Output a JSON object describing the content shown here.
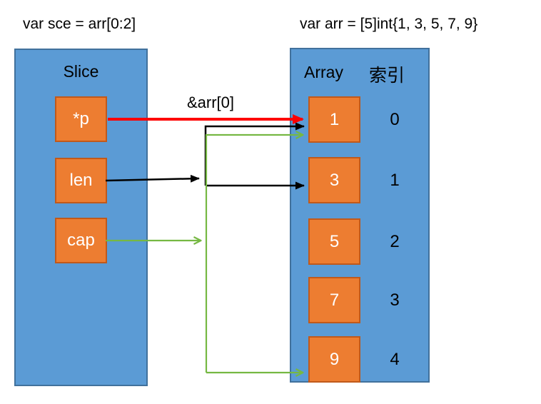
{
  "titles": {
    "slice_declaration": "var sce = arr[0:2]",
    "array_declaration": "var arr = [5]int{1, 3, 5, 7, 9}"
  },
  "slice_panel": {
    "title": "Slice",
    "fields": [
      {
        "label": "*p"
      },
      {
        "label": "len"
      },
      {
        "label": "cap"
      }
    ]
  },
  "array_panel": {
    "title": "Array",
    "index_column_title": "索引",
    "elements": [
      {
        "value": "1",
        "index": "0"
      },
      {
        "value": "3",
        "index": "1"
      },
      {
        "value": "5",
        "index": "2"
      },
      {
        "value": "7",
        "index": "3"
      },
      {
        "value": "9",
        "index": "4"
      }
    ]
  },
  "arrows": {
    "pointer_label": "&arr[0]"
  },
  "colors": {
    "panel_fill": "#5B9BD5",
    "panel_border": "#41719C",
    "cell_fill": "#ED7D31",
    "cell_border": "#C0591B",
    "arrow_pointer": "#FE0000",
    "arrow_len": "#000000",
    "arrow_cap": "#76B843",
    "label_dark": "#000000",
    "label_light": "#FFFFFF",
    "background": "#FFFFFF"
  }
}
